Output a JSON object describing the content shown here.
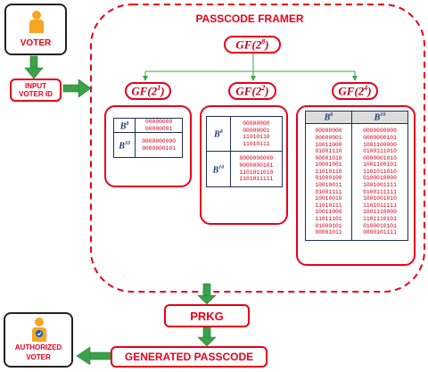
{
  "voter": {
    "label": "VOTER"
  },
  "input_voter_id": {
    "line1": "INPUT",
    "line2": "VOTER ID"
  },
  "framer": {
    "title": "PASSCODE FRAMER"
  },
  "gf_root": {
    "base": "GF(2",
    "exp": "8",
    "close": ")"
  },
  "gf_nodes": [
    {
      "base": "GF(2",
      "exp": "1",
      "close": ")"
    },
    {
      "base": "GF(2",
      "exp": "2",
      "close": ")"
    },
    {
      "base": "GF(2",
      "exp": "4",
      "close": ")"
    }
  ],
  "labels": {
    "b8_base": "B",
    "b8_exp": "8",
    "b10_base": "B",
    "b10_exp": "10"
  },
  "table1": {
    "b8": [
      "00000000",
      "00000001"
    ],
    "b10": [
      "0000000000",
      "0000000101"
    ]
  },
  "table2": {
    "b8": [
      "00000000",
      "00000001",
      "11010110",
      "11010111"
    ],
    "b10": [
      "0000000000",
      "0000000101",
      "1101011010",
      "1101011111"
    ]
  },
  "table3": {
    "b8": [
      "00000000",
      "00000001",
      "10011000",
      "01001110",
      "00001010",
      "10001001",
      "11010110",
      "01000100",
      "10010011",
      "01001111",
      "10010010",
      "11010111",
      "10011000",
      "11011101",
      "01000101",
      "00001011"
    ],
    "b10": [
      "0000000000",
      "0000000101",
      "1001100000",
      "0100111010",
      "0000001010",
      "1001100101",
      "1101011010",
      "0100010000",
      "1001001111",
      "0100111111",
      "1001001010",
      "1101011111",
      "1001110000",
      "1101110101",
      "0100010101",
      "0000101111"
    ]
  },
  "prkg": {
    "label": "PRKG"
  },
  "generated": {
    "label": "GENERATED PASSCODE"
  },
  "authorized": {
    "line1": "AUTHORIZED",
    "line2": "VOTER"
  },
  "colors": {
    "red": "#e8001a",
    "green": "#3aa24a",
    "navy": "#1f2f55",
    "person": "#f5a623"
  }
}
